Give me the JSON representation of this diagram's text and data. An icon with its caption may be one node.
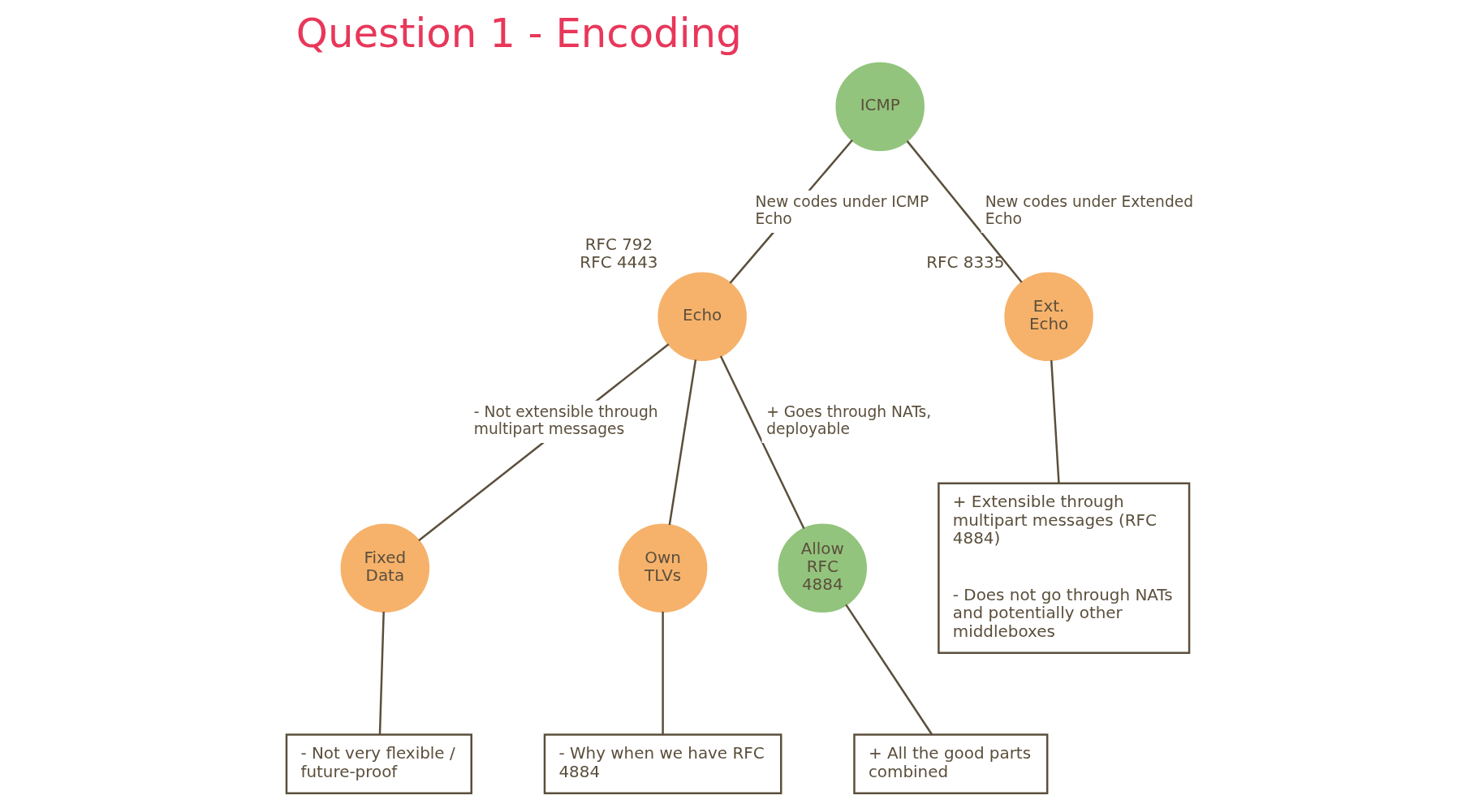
{
  "diagram": {
    "title": "Question 1 - Encoding",
    "nodes": [
      {
        "text": [
          "ICMP"
        ]
      },
      {
        "text": [
          "Echo"
        ],
        "beside": [
          "RFC 792",
          "RFC 4443"
        ]
      },
      {
        "text": [
          "Ext. Echo"
        ],
        "beside": [
          "RFC 8335"
        ]
      },
      {
        "text": [
          "Fixed Data"
        ]
      },
      {
        "text": [
          "Own TLVs"
        ]
      },
      {
        "text": [
          "Allow RFC 4884"
        ]
      },
      {
        "text": [
          "- Not very flexible / future-proof"
        ]
      },
      {
        "text": [
          "- Why when we have RFC 4884"
        ]
      },
      {
        "text": [
          "+ All the good parts combined"
        ]
      },
      {
        "text": [
          "+ Extensible through multipart messages (RFC 4884)",
          "- Does not go through NATs and potentially other middleboxes"
        ]
      }
    ],
    "edges": [
      {
        "from": 0,
        "to": 1,
        "arrow": "none",
        "label": "New codes under ICMP Echo"
      },
      {
        "from": 0,
        "to": 2,
        "arrow": "none",
        "label": "New codes under Extended Echo"
      },
      {
        "from": 1,
        "to": 3,
        "arrow": "none",
        "label": "- Not extensible through multipart messages"
      },
      {
        "from": 1,
        "to": 4,
        "arrow": "none"
      },
      {
        "from": 1,
        "to": 5,
        "arrow": "none",
        "label": "+ Goes through NATs, deployable"
      },
      {
        "from": 3,
        "to": 6,
        "arrow": "none"
      },
      {
        "from": 4,
        "to": 7,
        "arrow": "none"
      },
      {
        "from": 5,
        "to": 8,
        "arrow": "none"
      },
      {
        "from": 2,
        "to": 9,
        "arrow": "none"
      }
    ]
  }
}
